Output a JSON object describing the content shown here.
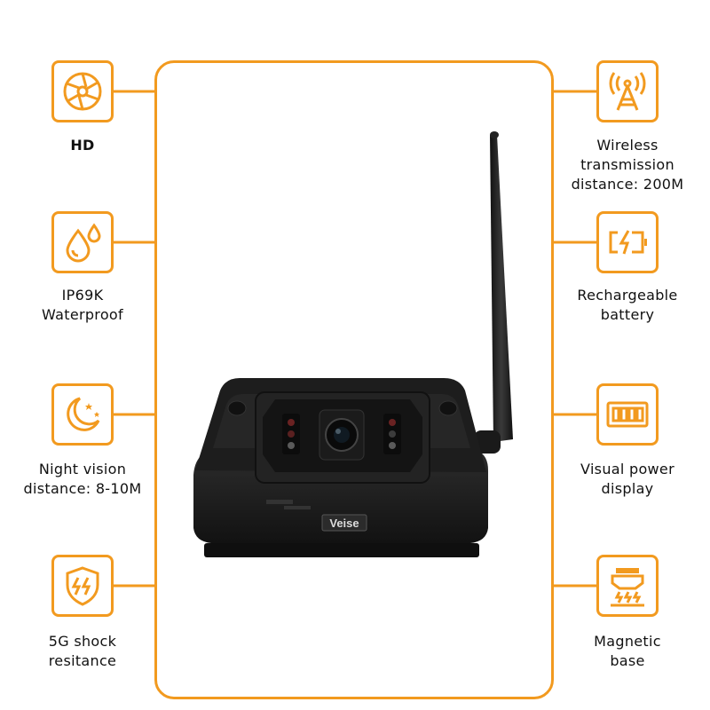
{
  "colors": {
    "accent": "#f29a1f",
    "text": "#111111",
    "device": "#1c1c1c"
  },
  "brand": "Veise",
  "features_left": [
    {
      "icon": "aperture-icon",
      "lines": [
        "HD"
      ]
    },
    {
      "icon": "water-drops-icon",
      "lines": [
        "IP69K",
        "Waterproof"
      ]
    },
    {
      "icon": "moon-stars-icon",
      "lines": [
        "Night vision",
        "distance: 8-10M"
      ]
    },
    {
      "icon": "shield-shock-icon",
      "lines": [
        "5G shock",
        "resitance"
      ]
    }
  ],
  "features_right": [
    {
      "icon": "antenna-tower-icon",
      "lines": [
        "Wireless",
        "transmission",
        "distance: 200M"
      ]
    },
    {
      "icon": "battery-charging-icon",
      "lines": [
        "Rechargeable",
        "battery"
      ]
    },
    {
      "icon": "power-level-icon",
      "lines": [
        "Visual power",
        "display"
      ]
    },
    {
      "icon": "magnetic-base-icon",
      "lines": [
        "Magnetic",
        "base"
      ]
    }
  ]
}
